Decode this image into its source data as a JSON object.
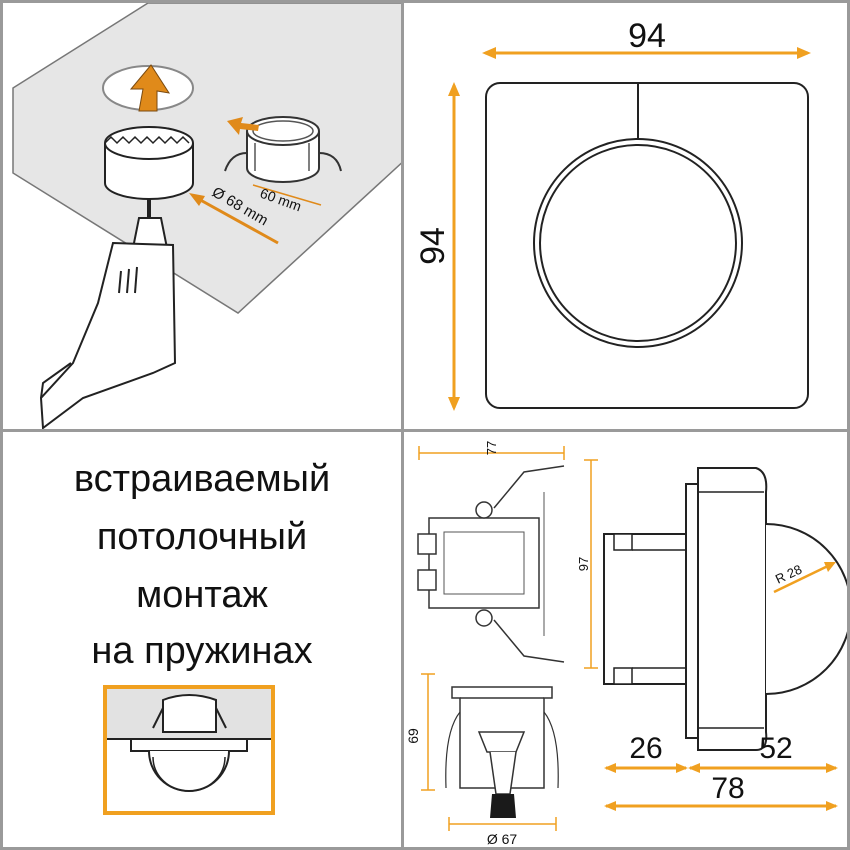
{
  "panels": {
    "installation": {
      "hole_diameter_label": "Ø 68 mm",
      "depth_label": "60 mm"
    },
    "front_view": {
      "width_label": "94",
      "height_label": "94"
    },
    "mounting_caption": {
      "lines": [
        "встраиваемый",
        "потолочный",
        "монтаж",
        "на пружинах"
      ]
    },
    "dimensions": {
      "top_width": "77",
      "side_height": "97",
      "bottom_height": "69",
      "bottom_diameter": "Ø 67",
      "radius": "R 28",
      "left_depth": "26",
      "right_depth": "52",
      "total_depth": "78"
    }
  },
  "colors": {
    "accent": "#f0a020",
    "line": "#222222",
    "frame": "#9a9a9a",
    "ceiling": "#e6e6e6"
  }
}
